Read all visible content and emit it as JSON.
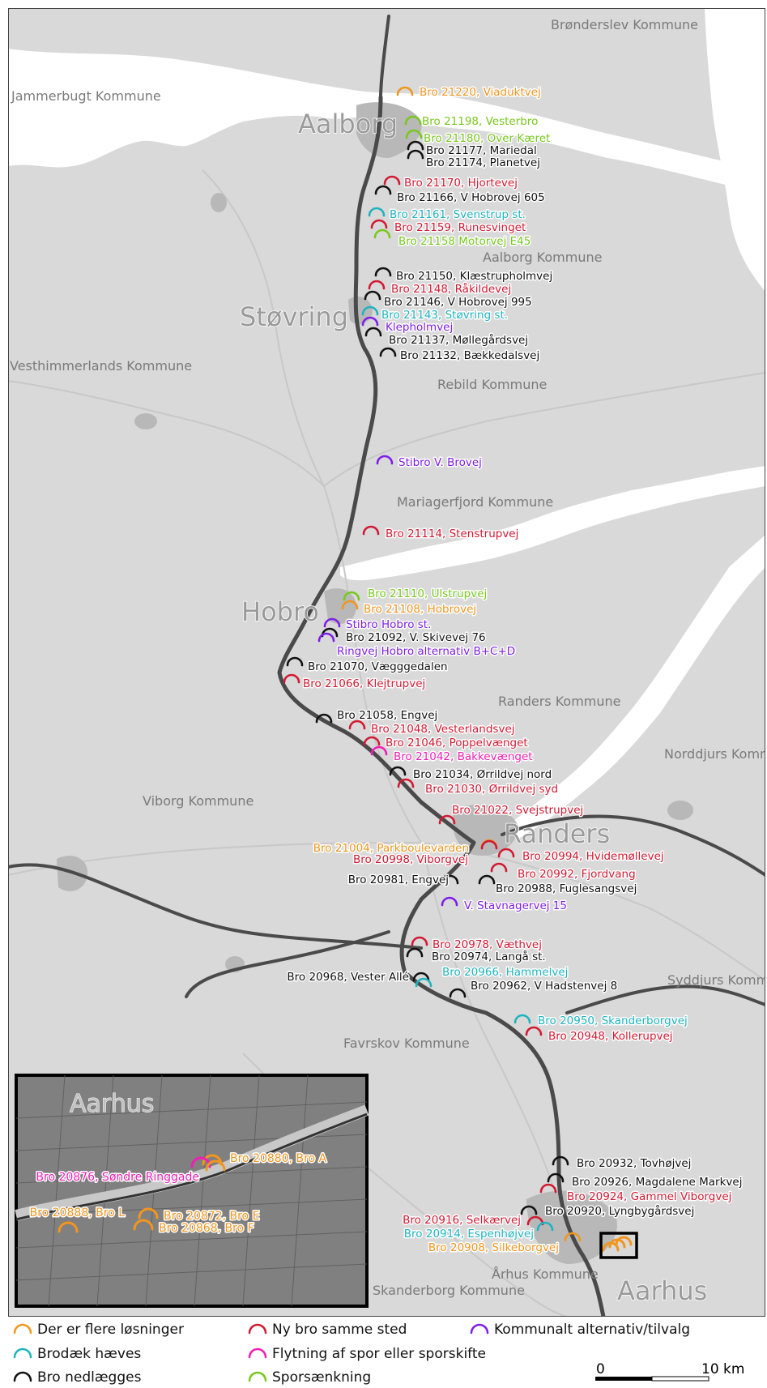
{
  "colors": {
    "land": "#d9d9d9",
    "water": "#ffffff",
    "urban": "#b8b8b8",
    "rail": "#4a4a4a",
    "border": "#c8c8c8",
    "orange": "#f0961e",
    "red": "#d21932",
    "teal": "#1eb4be",
    "purple": "#7d1ee6",
    "magenta": "#f01eb4",
    "green": "#78c81e",
    "black": "#111111"
  },
  "cities": [
    "Aalborg",
    "Støvring",
    "Hobro",
    "Randers",
    "Aarhus"
  ],
  "municipalities": [
    "Brønderslev Kommune",
    "Jammerbugt Kommune",
    "Aalborg Kommune",
    "Vesthimmerlands Kommune",
    "Rebild Kommune",
    "Mariagerfjord Kommune",
    "Randers Kommune",
    "Norddjurs Kommune",
    "Viborg Kommune",
    "Syddjurs Kommune",
    "Favrskov Kommune",
    "Århus Kommune",
    "Skanderborg Kommune"
  ],
  "bridges": [
    {
      "label": "Bro 21220, Viaduktvej",
      "cat": "orange"
    },
    {
      "label": "Bro 21198, Vesterbro",
      "cat": "green"
    },
    {
      "label": "Bro 21180, Over Kæret",
      "cat": "green"
    },
    {
      "label": "Bro 21177, Mariedal",
      "cat": "black"
    },
    {
      "label": "Bro 21174, Planetvej",
      "cat": "black"
    },
    {
      "label": "Bro 21170, Hjortevej",
      "cat": "red"
    },
    {
      "label": "Bro 21166, V Hobrovej 605",
      "cat": "black"
    },
    {
      "label": "Bro 21161, Svenstrup st.",
      "cat": "teal"
    },
    {
      "label": "Bro 21159, Runesvinget",
      "cat": "red"
    },
    {
      "label": "Bro 21158 Motorvej E45",
      "cat": "green"
    },
    {
      "label": "Bro 21150, Klæstrupholmvej",
      "cat": "black"
    },
    {
      "label": "Bro 21148, Råkildevej",
      "cat": "red"
    },
    {
      "label": "Bro 21146, V Hobrovej 995",
      "cat": "black"
    },
    {
      "label": "Bro 21143, Støvring st.",
      "cat": "teal"
    },
    {
      "label": "Klepholmvej",
      "cat": "purple"
    },
    {
      "label": "Bro 21137, Møllegårdsvej",
      "cat": "black"
    },
    {
      "label": "Bro 21132, Bækkedalsvej",
      "cat": "black"
    },
    {
      "label": "Stibro V. Brovej",
      "cat": "purple"
    },
    {
      "label": "Bro 21114, Stenstrupvej",
      "cat": "red"
    },
    {
      "label": "Bro 21110, Ulstrupvej",
      "cat": "green"
    },
    {
      "label": "Bro 21108, Hobrovej",
      "cat": "orange"
    },
    {
      "label": "Stibro Hobro st.",
      "cat": "purple"
    },
    {
      "label": "Bro 21092, V. Skivevej 76",
      "cat": "black"
    },
    {
      "label": "Ringvej Hobro alternativ B+C+D",
      "cat": "purple"
    },
    {
      "label": "Bro 21070, Vægggedalen",
      "cat": "black"
    },
    {
      "label": "Bro 21066, Klejtrupvej",
      "cat": "red"
    },
    {
      "label": "Bro 21058, Engvej",
      "cat": "black"
    },
    {
      "label": "Bro 21048, Vesterlandsvej",
      "cat": "red"
    },
    {
      "label": "Bro 21046, Poppelvænget",
      "cat": "red"
    },
    {
      "label": "Bro 21042, Bakkevænget",
      "cat": "magenta"
    },
    {
      "label": "Bro 21034, Ørrildvej nord",
      "cat": "black"
    },
    {
      "label": "Bro 21030, Ørrildvej syd",
      "cat": "red"
    },
    {
      "label": "Bro 21022, Svejstrupvej",
      "cat": "red"
    },
    {
      "label": "Bro 21004, Parkboulevarden",
      "cat": "orange"
    },
    {
      "label": "Bro 20998, Viborgvej",
      "cat": "red"
    },
    {
      "label": "Bro 20994, Hvidemøllevej",
      "cat": "red"
    },
    {
      "label": "Bro 20992, Fjordvang",
      "cat": "red"
    },
    {
      "label": "Bro 20981, Engvej",
      "cat": "black"
    },
    {
      "label": "Bro 20988, Fuglesangsvej",
      "cat": "black"
    },
    {
      "label": "V. Stavnagervej 15",
      "cat": "purple"
    },
    {
      "label": "Bro 20978, Væthvej",
      "cat": "red"
    },
    {
      "label": "Bro 20974, Langå st.",
      "cat": "black"
    },
    {
      "label": "Bro 20968, Vester Allé",
      "cat": "black"
    },
    {
      "label": "Bro 20966, Hammelvej",
      "cat": "teal"
    },
    {
      "label": "Bro 20962, V Hadstenvej 8",
      "cat": "black"
    },
    {
      "label": "Bro 20950, Skanderborgvej",
      "cat": "teal"
    },
    {
      "label": "Bro 20948, Kollerupvej",
      "cat": "red"
    },
    {
      "label": "Bro 20932, Tovhøjvej",
      "cat": "black"
    },
    {
      "label": "Bro 20926, Magdalene Markvej",
      "cat": "black"
    },
    {
      "label": "Bro 20924, Gammel Viborgvej",
      "cat": "red"
    },
    {
      "label": "Bro 20920, Lyngbygårdsvej",
      "cat": "black"
    },
    {
      "label": "Bro 20916, Selkærvej",
      "cat": "red"
    },
    {
      "label": "Bro 20914, Espenhøjvej",
      "cat": "teal"
    },
    {
      "label": "Bro 20908, Silkeborgvej",
      "cat": "orange"
    }
  ],
  "inset": {
    "title": "Aarhus",
    "bridges": [
      {
        "label": "Bro 20880, Bro A",
        "cat": "orange"
      },
      {
        "label": "Bro 20876, Søndre Ringgade",
        "cat": "magenta"
      },
      {
        "label": "Bro 20888, Bro L",
        "cat": "orange"
      },
      {
        "label": "Bro 20872, Bro E",
        "cat": "orange"
      },
      {
        "label": "Bro 20868, Bro F",
        "cat": "orange"
      }
    ]
  },
  "legend": [
    {
      "label": "Der er flere løsninger",
      "cat": "orange"
    },
    {
      "label": "Ny bro samme sted",
      "cat": "red"
    },
    {
      "label": "Kommunalt alternativ/tilvalg",
      "cat": "purple"
    },
    {
      "label": "Brodæk hæves",
      "cat": "teal"
    },
    {
      "label": "Flytning af spor eller sporskifte",
      "cat": "magenta"
    },
    {
      "label": "Bro nedlægges",
      "cat": "black"
    },
    {
      "label": "Sporsænkning",
      "cat": "green"
    }
  ],
  "scalebar": {
    "start": "0",
    "end": "10 km"
  }
}
